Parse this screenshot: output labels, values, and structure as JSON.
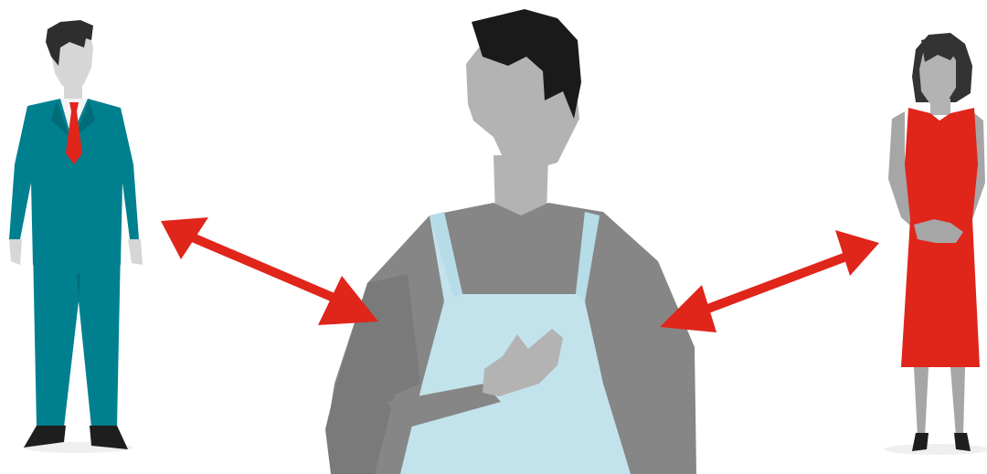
{
  "figures": [
    {
      "role": "businessman",
      "suit_color": "#00808F",
      "tie_color": "#E0251B"
    },
    {
      "role": "shopkeeper",
      "apron_color": "#C3E3EC",
      "shirt_color": "#868686"
    },
    {
      "role": "woman",
      "dress_color": "#E0251B"
    }
  ],
  "arrows": [
    {
      "connects": [
        "businessman",
        "shopkeeper"
      ],
      "color": "#E0251B"
    },
    {
      "connects": [
        "shopkeeper",
        "woman"
      ],
      "color": "#E0251B"
    }
  ],
  "colors": {
    "skin": "#B3B3B3",
    "skin_light": "#D6D6D6",
    "hair": "#2E2E2E",
    "shadow": "#EFEFEF",
    "background": "#FFFFFF"
  }
}
